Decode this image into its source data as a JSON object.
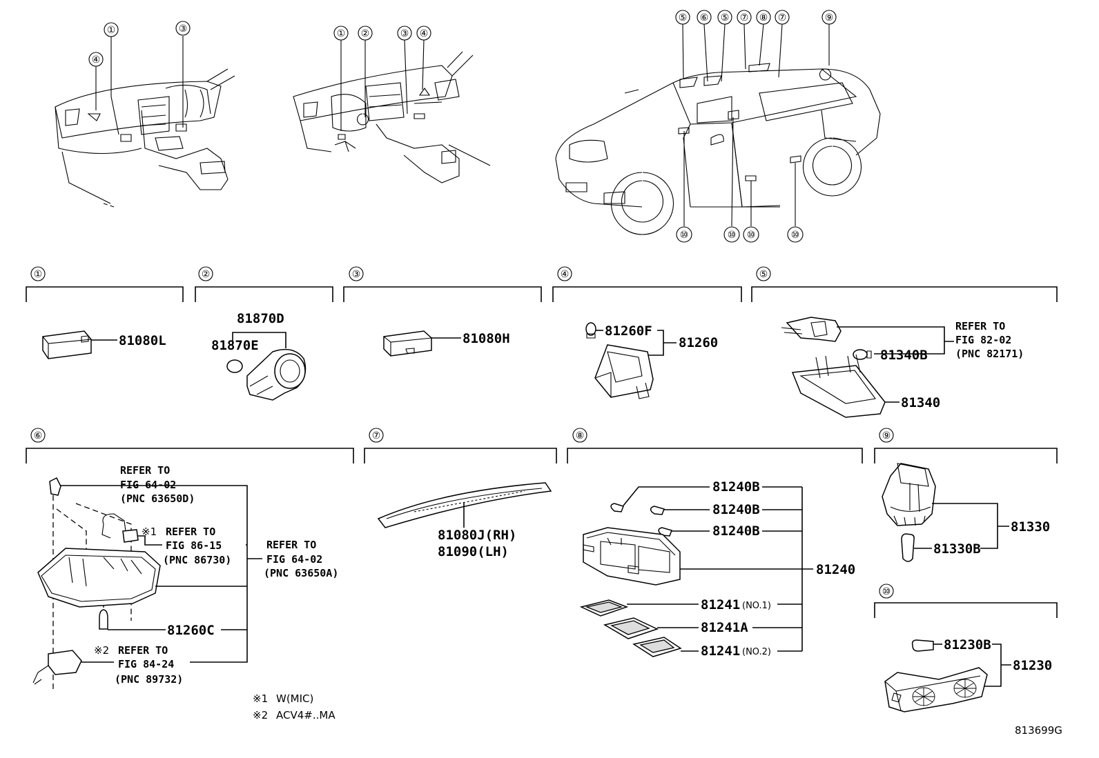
{
  "callouts": {
    "c1": "①",
    "c2": "②",
    "c3": "③",
    "c4": "④",
    "c5": "⑤",
    "c6": "⑥",
    "c7": "⑦",
    "c8": "⑧",
    "c9": "⑨",
    "c10": "⑩"
  },
  "sections": {
    "s1": {
      "parts": [
        "81080L"
      ]
    },
    "s2": {
      "parts": [
        "81870D",
        "81870E"
      ]
    },
    "s3": {
      "parts": [
        "81080H"
      ]
    },
    "s4": {
      "parts": [
        "81260F",
        "81260"
      ]
    },
    "s5": {
      "parts": [
        "81340B",
        "81340"
      ],
      "refer": [
        "REFER TO",
        "FIG 82-02",
        "(PNC 82171)"
      ]
    },
    "s6": {
      "parts": [
        "81260C"
      ],
      "refer_a": [
        "REFER TO",
        "FIG 64-02",
        "(PNC 63650D)"
      ],
      "refer_b_mark": "※1",
      "refer_b": [
        "REFER TO",
        "FIG 86-15",
        "(PNC 86730)"
      ],
      "refer_c": [
        "REFER TO",
        "FIG 64-02",
        "(PNC 63650A)"
      ],
      "refer_d_mark": "※2",
      "refer_d": [
        "REFER TO",
        "FIG 84-24",
        "(PNC 89732)"
      ]
    },
    "s7": {
      "parts": [
        "81080J(RH)",
        "81090(LH)"
      ]
    },
    "s8": {
      "bulbs": [
        "81240B",
        "81240B",
        "81240B"
      ],
      "assembly": "81240",
      "lens1": "81241",
      "lens1_note": "(NO.1)",
      "lens2": "81241A",
      "lens3": "81241",
      "lens3_note": "(NO.2)"
    },
    "s9": {
      "parts": [
        "81330",
        "81330B"
      ]
    },
    "s10": {
      "parts": [
        "81230B",
        "81230"
      ]
    }
  },
  "notes": [
    {
      "mark": "※1",
      "text": "W(MIC)"
    },
    {
      "mark": "※2",
      "text": "ACV4#..MA"
    }
  ],
  "diagram_code": "813699G"
}
